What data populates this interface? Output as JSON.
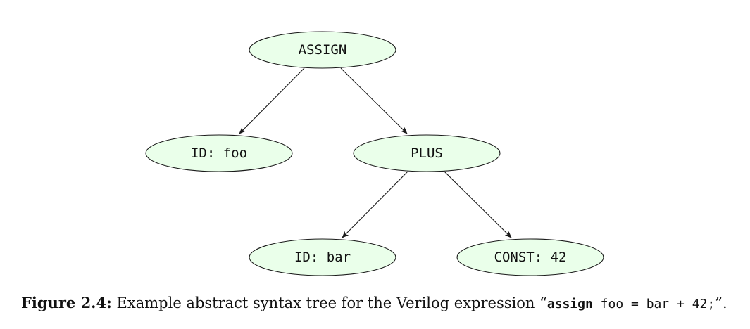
{
  "diagram": {
    "nodes": [
      {
        "id": "assign",
        "label": "ASSIGN"
      },
      {
        "id": "id_foo",
        "label": "ID: foo"
      },
      {
        "id": "plus",
        "label": "PLUS"
      },
      {
        "id": "id_bar",
        "label": "ID: bar"
      },
      {
        "id": "const_42",
        "label": "CONST: 42"
      }
    ],
    "edges": [
      {
        "from": "assign",
        "to": "id_foo"
      },
      {
        "from": "assign",
        "to": "plus"
      },
      {
        "from": "plus",
        "to": "id_bar"
      },
      {
        "from": "plus",
        "to": "const_42"
      }
    ],
    "node_fill": "#eaffea"
  },
  "caption": {
    "label": "Figure 2.4:",
    "text_before": " Example abstract syntax tree for the Verilog expression “",
    "code_keyword": "assign",
    "code_rest": " foo = bar + 42;",
    "text_after": "”."
  }
}
